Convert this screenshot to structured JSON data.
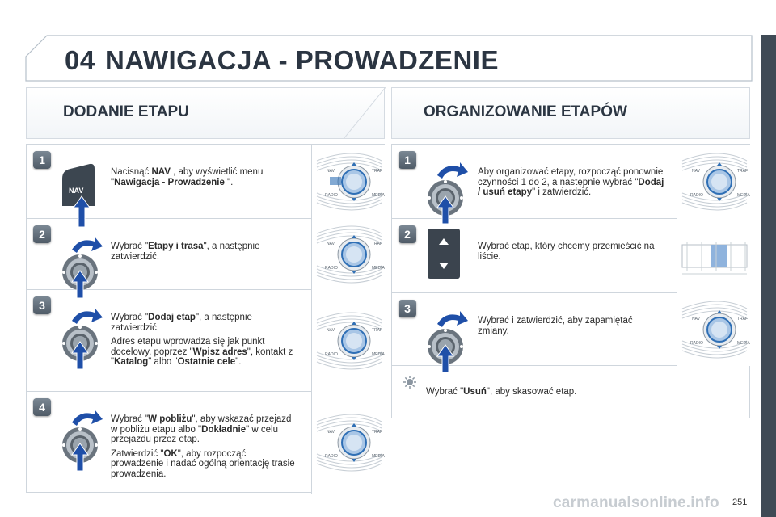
{
  "header": {
    "chapter": "04",
    "title": "NAWIGACJA - PROWADZENIE"
  },
  "left": {
    "title": "DODANIE ETAPU",
    "steps": [
      {
        "num": "1",
        "paras": [
          [
            {
              "t": "Nacisnąć "
            },
            {
              "b": "NAV"
            },
            {
              "t": " , aby wyświetlić menu \""
            },
            {
              "b": "Nawigacja - Prowadzenie"
            },
            {
              "t": " \"."
            }
          ]
        ]
      },
      {
        "num": "2",
        "paras": [
          [
            {
              "t": "Wybrać \""
            },
            {
              "b": "Etapy i trasa"
            },
            {
              "t": "\", a następnie zatwierdzić."
            }
          ]
        ]
      },
      {
        "num": "3",
        "paras": [
          [
            {
              "t": "Wybrać \""
            },
            {
              "b": "Dodaj etap"
            },
            {
              "t": "\", a następnie zatwierdzić."
            }
          ],
          [
            {
              "t": "Adres etapu wprowadza się jak punkt docelowy, poprzez \""
            },
            {
              "b": "Wpisz adres"
            },
            {
              "t": "\", kontakt z \""
            },
            {
              "b": "Katalog"
            },
            {
              "t": "\" albo \""
            },
            {
              "b": "Ostatnie cele"
            },
            {
              "t": "\"."
            }
          ]
        ]
      },
      {
        "num": "4",
        "paras": [
          [
            {
              "t": "Wybrać \""
            },
            {
              "b": "W pobliżu"
            },
            {
              "t": "\", aby wskazać przejazd w pobliżu etapu albo \""
            },
            {
              "b": "Dokładnie"
            },
            {
              "t": "\" w celu przejazdu przez etap."
            }
          ],
          [
            {
              "t": "Zatwierdzić \""
            },
            {
              "b": "OK"
            },
            {
              "t": "\", aby rozpocząć prowadzenie i nadać ogólną orientację trasie prowadzenia."
            }
          ]
        ]
      }
    ]
  },
  "right": {
    "title": "ORGANIZOWANIE ETAPÓW",
    "steps": [
      {
        "num": "1",
        "paras": [
          [
            {
              "t": "Aby organizować etapy, rozpocząć ponownie czynności 1 do 2, a następnie wybrać \""
            },
            {
              "b": "Dodaj / usuń etapy"
            },
            {
              "t": "\" i zatwierdzić."
            }
          ]
        ]
      },
      {
        "num": "2",
        "paras": [
          [
            {
              "t": "Wybrać etap, który chcemy przemieścić na liście."
            }
          ]
        ]
      },
      {
        "num": "3",
        "paras": [
          [
            {
              "t": "Wybrać i zatwierdzić, aby zapamiętać zmiany."
            }
          ]
        ]
      }
    ],
    "tip": [
      {
        "t": "Wybrać \""
      },
      {
        "b": "Usuń"
      },
      {
        "t": "\", aby skasować etap."
      }
    ]
  },
  "labels": {
    "nav_key": "NAV",
    "knob_nav": "NAV",
    "knob_traf": "TRAF",
    "knob_radio": "RADIO",
    "knob_media": "MEDIA"
  },
  "page_number": "251",
  "watermark": "carmanualsonline.info",
  "colors": {
    "heading": "#2b3542",
    "badge": "#5f6b77",
    "arrow": "#1f3f8f",
    "knob_blue": "#2f6fb5",
    "border": "#cfd6dd"
  }
}
